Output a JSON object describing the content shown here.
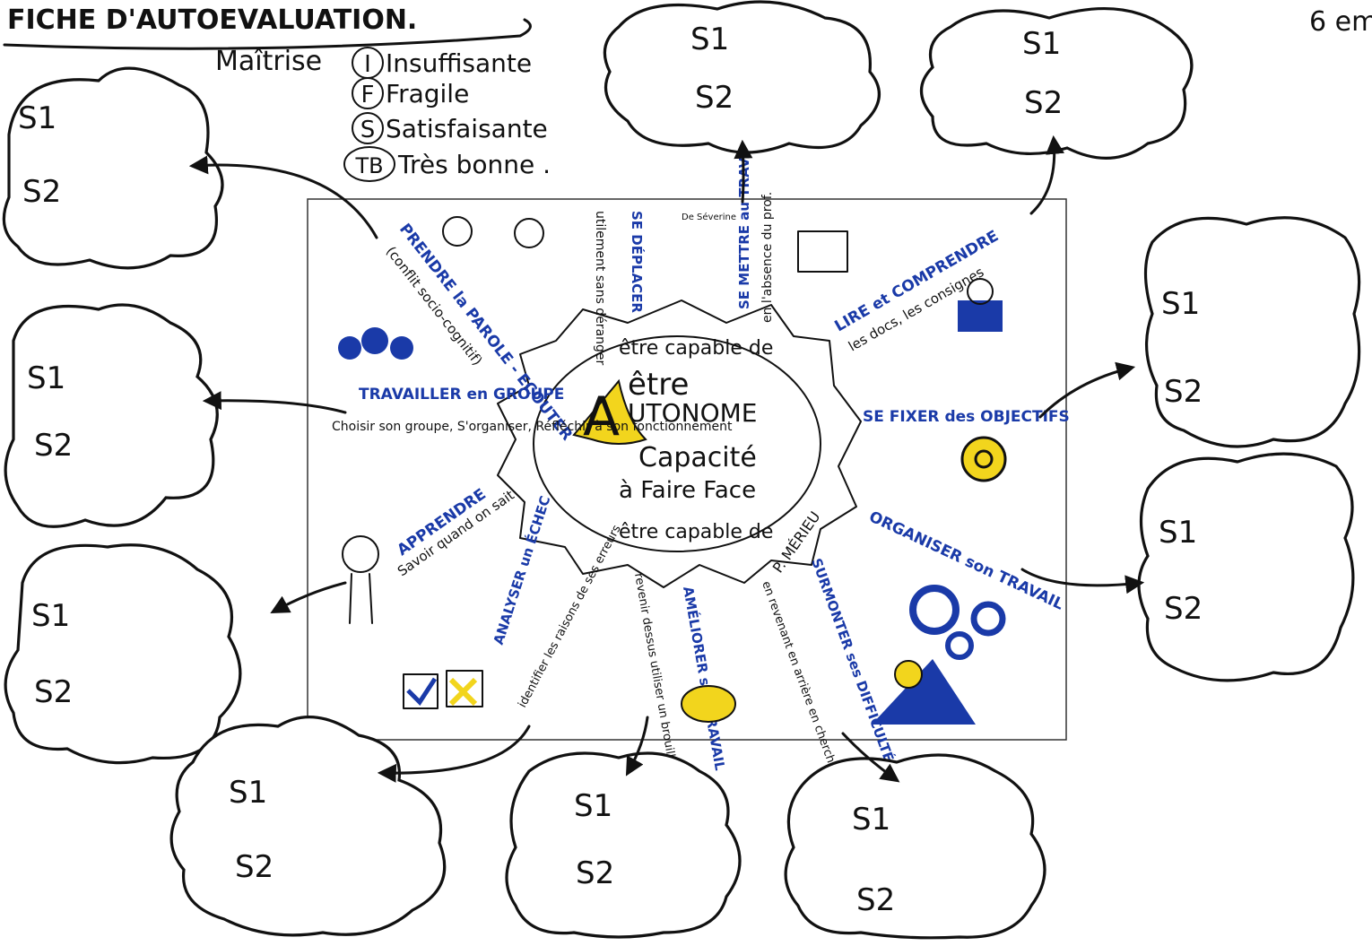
{
  "header": {
    "title": "FICHE D'AUTOEVALUATION.",
    "level": "6 em",
    "legend_title": "Maîtrise",
    "legend": [
      {
        "code": "I",
        "label": "Insuffisante"
      },
      {
        "code": "F",
        "label": "Fragile"
      },
      {
        "code": "S",
        "label": "Satisfaisante"
      },
      {
        "code": "TB",
        "label": "Très bonne ."
      }
    ]
  },
  "center": {
    "title_letter": "A",
    "title_line1": "être",
    "title_line2": "UTONOME",
    "subtitle1": "Capacité",
    "subtitle2": "à Faire Face",
    "ring_top": "être capable de",
    "ring_bottom": "être capable de",
    "credit": "De Séverine",
    "author": "P. MÉRIEU"
  },
  "skills": [
    {
      "id": "prendre-parole",
      "title": "PRENDRE la PAROLE - ECOUTER",
      "detail": "(conflit socio-cognitif)"
    },
    {
      "id": "se-deplacer",
      "title": "SE DÉPLACER",
      "detail": "utilement sans déranger"
    },
    {
      "id": "se-mettre-travail",
      "title": "SE METTRE au TRAVAIL",
      "detail": "en l'absence du prof."
    },
    {
      "id": "lire-comprendre",
      "title": "LIRE et COMPRENDRE",
      "detail": "les docs, les consignes"
    },
    {
      "id": "se-fixer",
      "title": "SE FIXER des OBJECTIFS",
      "detail": ""
    },
    {
      "id": "organiser",
      "title": "ORGANISER son TRAVAIL",
      "detail": ""
    },
    {
      "id": "surmonter",
      "title": "SURMONTER ses DIFFICULTÉS",
      "detail": "en revenant en arrière en cherchant dans son cours"
    },
    {
      "id": "ameliorer",
      "title": "AMÉLIORER son TRAVAIL",
      "detail": "revenir dessus utiliser un brouillon"
    },
    {
      "id": "analyser",
      "title": "ANALYSER un ÉCHEC",
      "detail": "identifier les raisons de ses erreurs"
    },
    {
      "id": "apprendre",
      "title": "APPRENDRE",
      "detail": "Savoir quand on sait"
    },
    {
      "id": "travailler-groupe",
      "title": "TRAVAILLER en GROUPE",
      "detail": "Choisir son groupe, S'organiser, Réfléchir à son fonctionnement"
    }
  ],
  "clouds": [
    {
      "id": "cloud-left-top",
      "s1": "S1",
      "s2": "S2"
    },
    {
      "id": "cloud-left-mid",
      "s1": "S1",
      "s2": "S2"
    },
    {
      "id": "cloud-left-bottom",
      "s1": "S1",
      "s2": "S2"
    },
    {
      "id": "cloud-top-1",
      "s1": "S1",
      "s2": "S2"
    },
    {
      "id": "cloud-top-2",
      "s1": "S1",
      "s2": "S2"
    },
    {
      "id": "cloud-right-1",
      "s1": "S1",
      "s2": "S2"
    },
    {
      "id": "cloud-right-2",
      "s1": "S1",
      "s2": "S2"
    },
    {
      "id": "cloud-bottom-1",
      "s1": "S1",
      "s2": "S2"
    },
    {
      "id": "cloud-bottom-2",
      "s1": "S1",
      "s2": "S2"
    },
    {
      "id": "cloud-bottom-3",
      "s1": "S1",
      "s2": "S2"
    }
  ],
  "colors": {
    "ink": "#111111",
    "blue": "#1a3aa8",
    "yellow": "#f2d51d"
  }
}
